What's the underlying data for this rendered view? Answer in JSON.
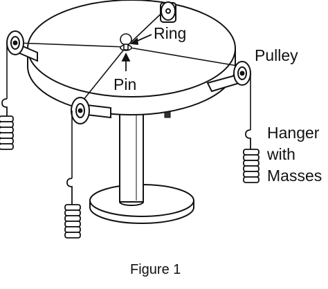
{
  "labels": {
    "ring": "Ring",
    "pin": "Pin",
    "pulley": "Pulley",
    "hanger_line1": "Hanger",
    "hanger_line2": "with",
    "hanger_line3": "Masses"
  },
  "caption": "Figure 1",
  "colors": {
    "line": "#111111",
    "fill": "#ffffff",
    "background": "#ffffff"
  }
}
